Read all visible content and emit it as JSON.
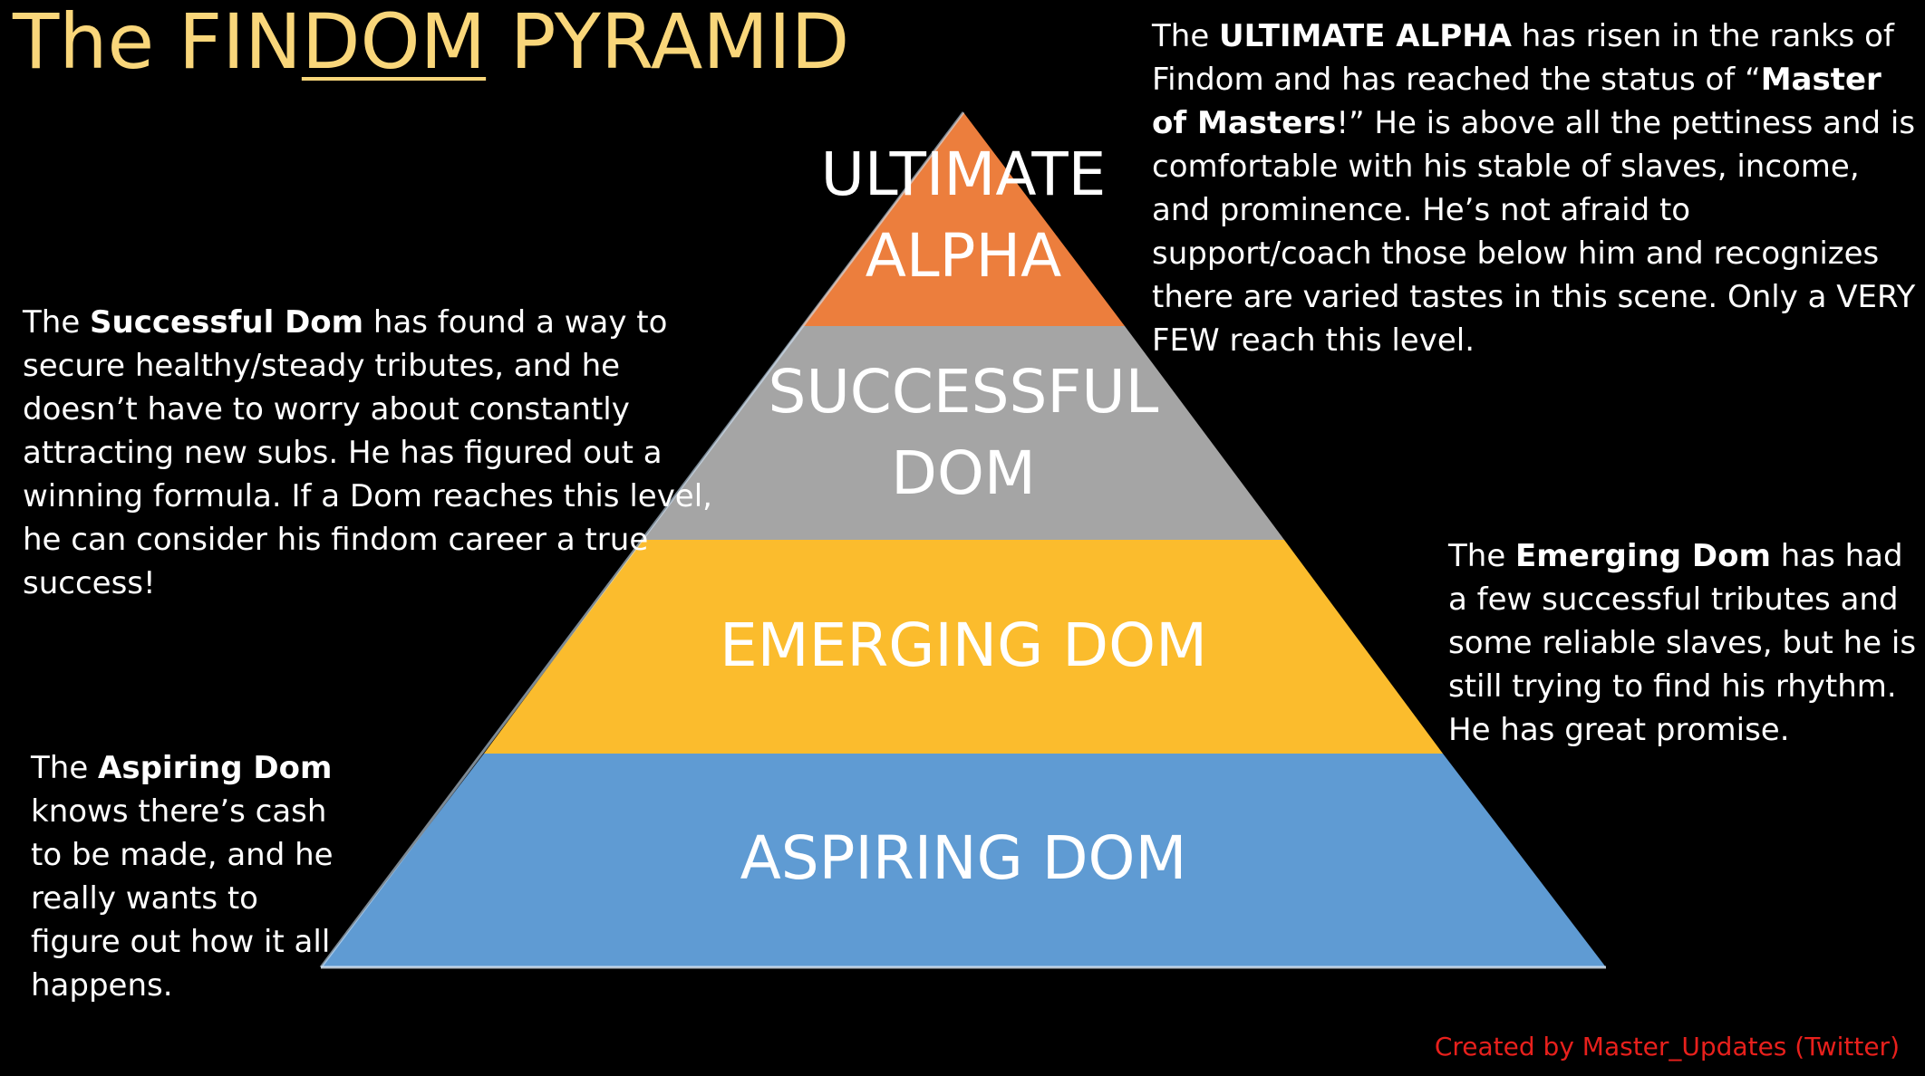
{
  "title": {
    "prefix": "The FIN",
    "underlined": "DOM",
    "suffix": " PYRAMID"
  },
  "tiers": {
    "alpha": {
      "line1": "ULTIMATE",
      "line2": "ALPHA",
      "color": "#ec7e3d"
    },
    "successful": {
      "line1": "SUCCESSFUL",
      "line2": "DOM",
      "color": "#a5a5a5"
    },
    "emerging": {
      "line1": "EMERGING DOM",
      "color": "#fbbc2d"
    },
    "aspiring": {
      "line1": "ASPIRING DOM",
      "color": "#5f9bd3"
    }
  },
  "descriptions": {
    "alpha": {
      "t1": "The ",
      "b1": "ULTIMATE ALPHA",
      "t2": " has risen in the ranks of Findom and has reached the status of “",
      "b2": "Master of Masters",
      "t3": "!” He is above all the pettiness and is comfortable with his stable of slaves, income, and prominence. He’s not afraid to support/coach those below him and recognizes there are varied tastes in this scene. Only a VERY FEW reach this level."
    },
    "successful": {
      "t1": "The ",
      "b1": "Successful Dom",
      "t2": " has found a way to secure healthy/steady tributes, and he doesn’t have to worry about constantly attracting new subs.   He has figured out a winning formula. If a Dom reaches this level, he can consider his findom career a true success!"
    },
    "emerging": {
      "t1": "The ",
      "b1": "Emerging Dom",
      "t2": " has had a few successful tributes and some reliable slaves, but he is still trying to find his rhythm. He has great promise."
    },
    "aspiring": {
      "t1": "The ",
      "b1": "Aspiring Dom",
      "t2": " knows there’s cash to be made, and he really wants to figure out how it all happens."
    }
  },
  "credit": "Created by Master_Updates (Twitter)"
}
